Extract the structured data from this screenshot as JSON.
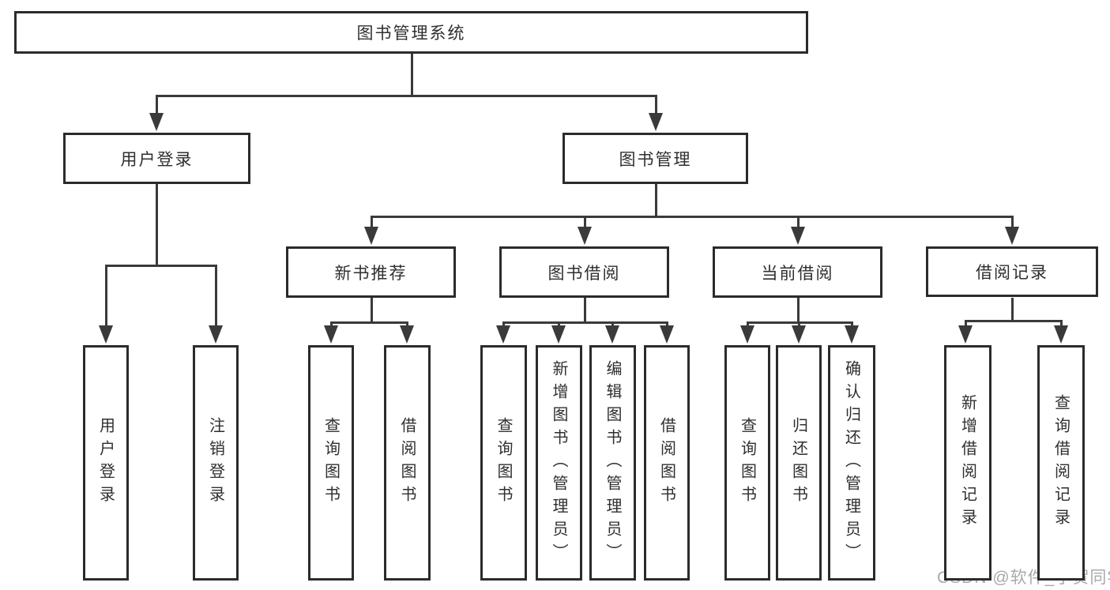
{
  "tree": {
    "id": "system",
    "label": "图书管理系统",
    "children": [
      {
        "id": "user-login",
        "label": "用户登录",
        "children": [
          {
            "id": "leaf-user-login",
            "label": "用户登录"
          },
          {
            "id": "leaf-logout-login",
            "label": "注销登录"
          }
        ]
      },
      {
        "id": "book-mgmt",
        "label": "图书管理",
        "children": [
          {
            "id": "new-book-rec",
            "label": "新书推荐",
            "children": [
              {
                "id": "leaf-query-books-rec",
                "label": "查询图书"
              },
              {
                "id": "leaf-borrow-books-rec",
                "label": "借阅图书"
              }
            ]
          },
          {
            "id": "book-borrowing",
            "label": "图书借阅",
            "children": [
              {
                "id": "leaf-query-books-bor",
                "label": "查询图书"
              },
              {
                "id": "leaf-add-books-admin",
                "label": "新增图书（管理员）"
              },
              {
                "id": "leaf-edit-books-admin",
                "label": "编辑图书（管理员）"
              },
              {
                "id": "leaf-borrow-books",
                "label": "借阅图书"
              }
            ]
          },
          {
            "id": "current-borrowing",
            "label": "当前借阅",
            "children": [
              {
                "id": "leaf-query-books-cur",
                "label": "查询图书"
              },
              {
                "id": "leaf-return-books",
                "label": "归还图书"
              },
              {
                "id": "leaf-confirm-return-admin",
                "label": "确认归还（管理员）"
              }
            ]
          },
          {
            "id": "borrowing-records",
            "label": "借阅记录",
            "children": [
              {
                "id": "leaf-add-borrow-record",
                "label": "新增借阅记录"
              },
              {
                "id": "leaf-query-borrow-record",
                "label": "查询借阅记录"
              }
            ]
          }
        ]
      }
    ]
  },
  "watermark": {
    "text": "CSDN @软件_小贺同学"
  },
  "colors": {
    "line": "#3a3a3a",
    "box_border": "#2b2b2b",
    "text": "#2f2f2f",
    "background": "#ffffff",
    "watermark": "#a9a9a9"
  }
}
